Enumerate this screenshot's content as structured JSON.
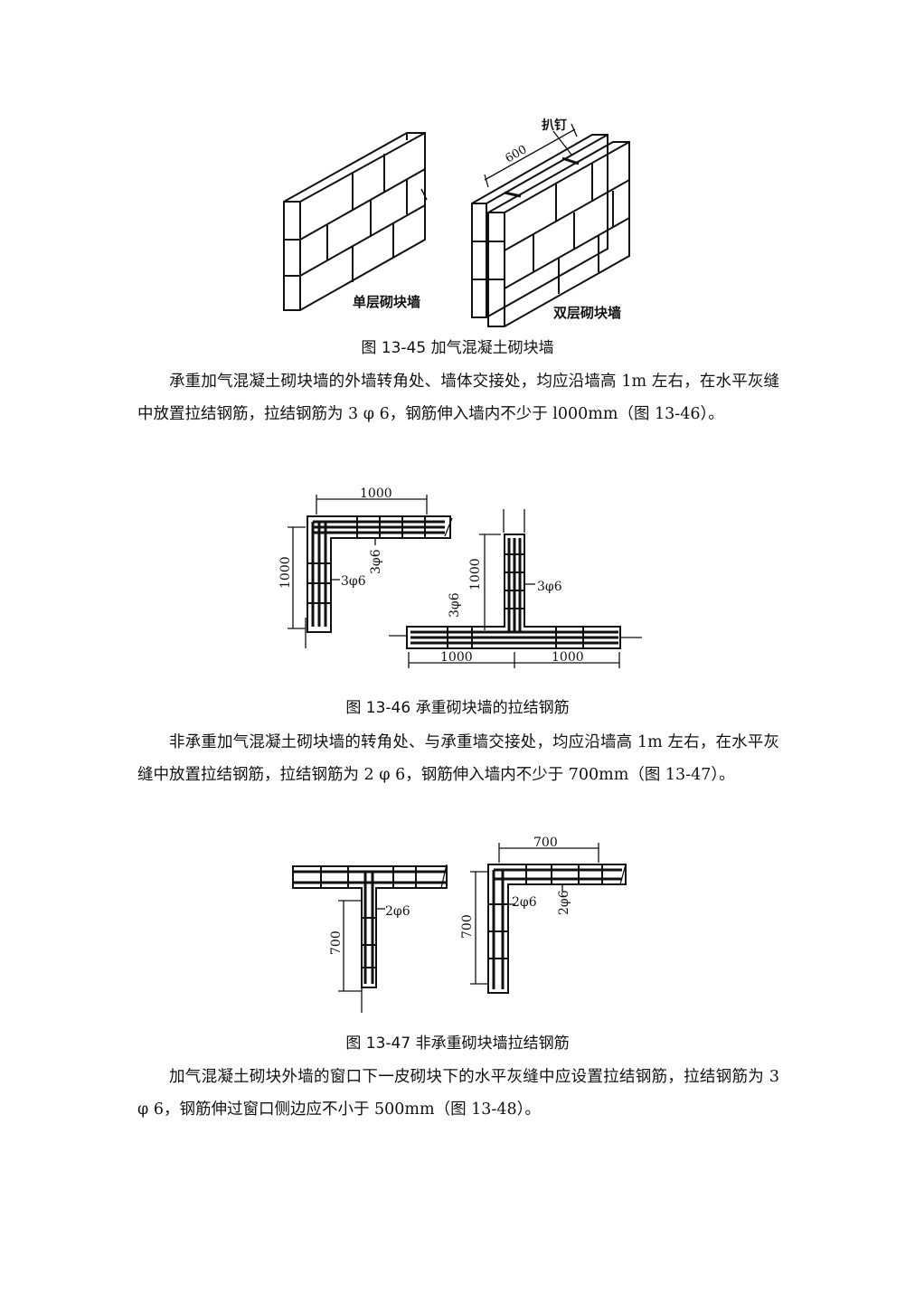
{
  "figures": [
    {
      "caption": "图 13-45  加气混凝土砌块墙",
      "labels": {
        "single": "单层砌块墙",
        "double": "双层砌块墙",
        "nail": "扒钉",
        "dim": "600"
      }
    },
    {
      "caption": "图 13-46  承重砌块墙的拉结钢筋",
      "labels": {
        "corner_top_dim": "1000",
        "corner_side_dim": "1000",
        "corner_rebar_h": "3φ6",
        "corner_rebar_v": "3φ6",
        "tee_side_dim": "1000",
        "tee_rebar_v": "3φ6",
        "tee_rebar_h": "3φ6",
        "tee_bottom_left": "1000",
        "tee_bottom_right": "1000"
      }
    },
    {
      "caption": "图 13-47  非承重砌块墙拉结钢筋",
      "labels": {
        "tee_rebar": "2φ6",
        "tee_dim": "700",
        "corner_top_dim": "700",
        "corner_side_dim": "700",
        "corner_rebar_h": "2φ6",
        "corner_rebar_v": "2φ6"
      }
    }
  ],
  "paragraphs": [
    "承重加气混凝土砌块墙的外墙转角处、墙体交接处，均应沿墙高 1m 左右，在水平灰缝中放置拉结钢筋，拉结钢筋为 3 φ 6，钢筋伸入墙内不少于 l000mm（图 13-46）。",
    "非承重加气混凝土砌块墙的转角处、与承重墙交接处，均应沿墙高 1m 左右，在水平灰缝中放置拉结钢筋，拉结钢筋为 2 φ 6，钢筋伸入墙内不少于 700mm（图 13-47）。",
    "加气混凝土砌块外墙的窗口下一皮砌块下的水平灰缝中应设置拉结钢筋，拉结钢筋为 3 φ 6，钢筋伸过窗口侧边应不小于 500mm（图 13-48）。"
  ]
}
